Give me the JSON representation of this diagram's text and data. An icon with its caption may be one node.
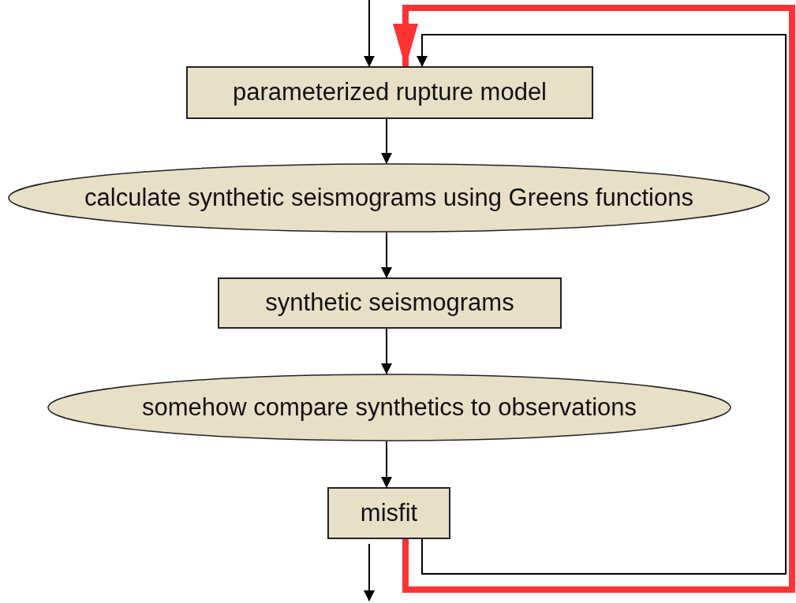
{
  "diagram": {
    "nodes": [
      {
        "text": [
          "parameterized rupture model"
        ]
      },
      {
        "text": [
          "calculate synthetic seismograms using Greens functions"
        ]
      },
      {
        "text": [
          "synthetic seismograms"
        ]
      },
      {
        "text": [
          "somehow compare synthetics to observations"
        ]
      },
      {
        "text": [
          "misfit"
        ]
      }
    ],
    "edges": [
      {
        "from": null,
        "to": 0,
        "arrow": "to"
      },
      {
        "from": 0,
        "to": 1,
        "arrow": "to"
      },
      {
        "from": 1,
        "to": 2,
        "arrow": "to"
      },
      {
        "from": 2,
        "to": 3,
        "arrow": "to"
      },
      {
        "from": 3,
        "to": 4,
        "arrow": "to"
      },
      {
        "from": 4,
        "to": null,
        "arrow": "to"
      },
      {
        "from": 4,
        "to": 0,
        "arrow": "to"
      },
      {
        "from": 4,
        "to": 0,
        "arrow": "to",
        "style": "thick",
        "color": "#ff3333"
      }
    ]
  }
}
